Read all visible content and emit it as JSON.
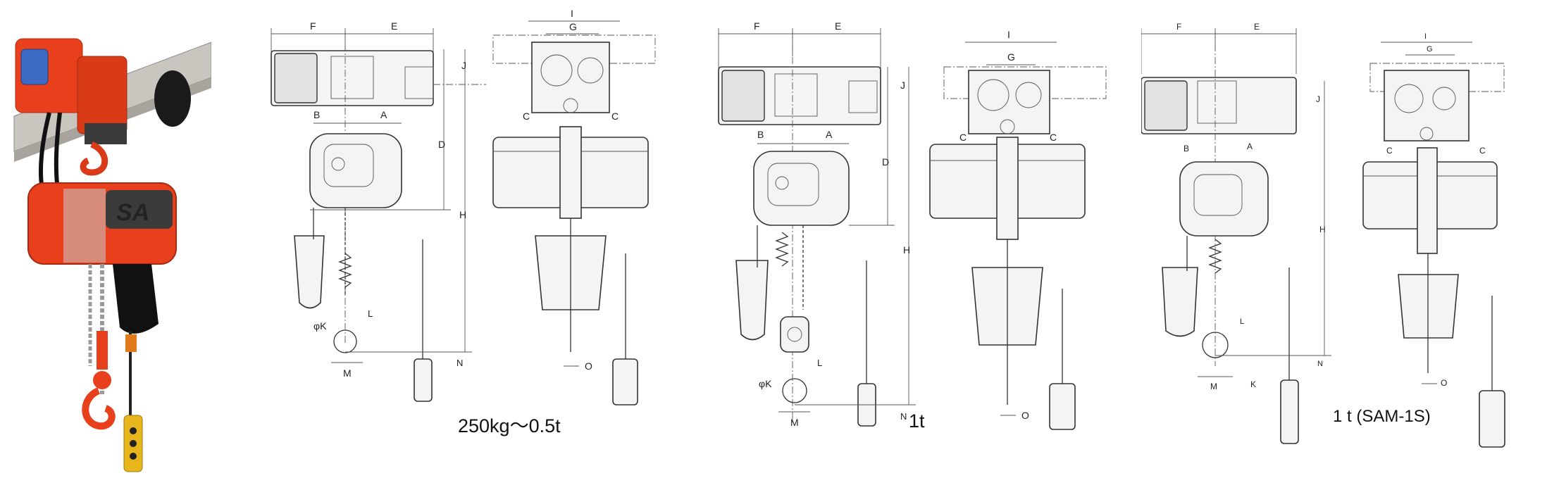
{
  "captions": {
    "drawing_1": "250kg～0.5t",
    "drawing_2": "1t",
    "drawing_3": "1 t (SAM-1S)"
  },
  "labels": {
    "F": "F",
    "E": "E",
    "I": "I",
    "G": "G",
    "J": "J",
    "B": "B",
    "A": "A",
    "C": "C",
    "D": "D",
    "H": "H",
    "N": "N",
    "M": "M",
    "O": "O",
    "K": "K",
    "L": "L",
    "phiK": "φK"
  },
  "photo": {
    "brand_mark": "SA",
    "colors": {
      "hoist_body": "#e8401c",
      "trolley": "#d93a18",
      "pendant": "#e7b51c",
      "chain": "#9a9a9a"
    }
  }
}
